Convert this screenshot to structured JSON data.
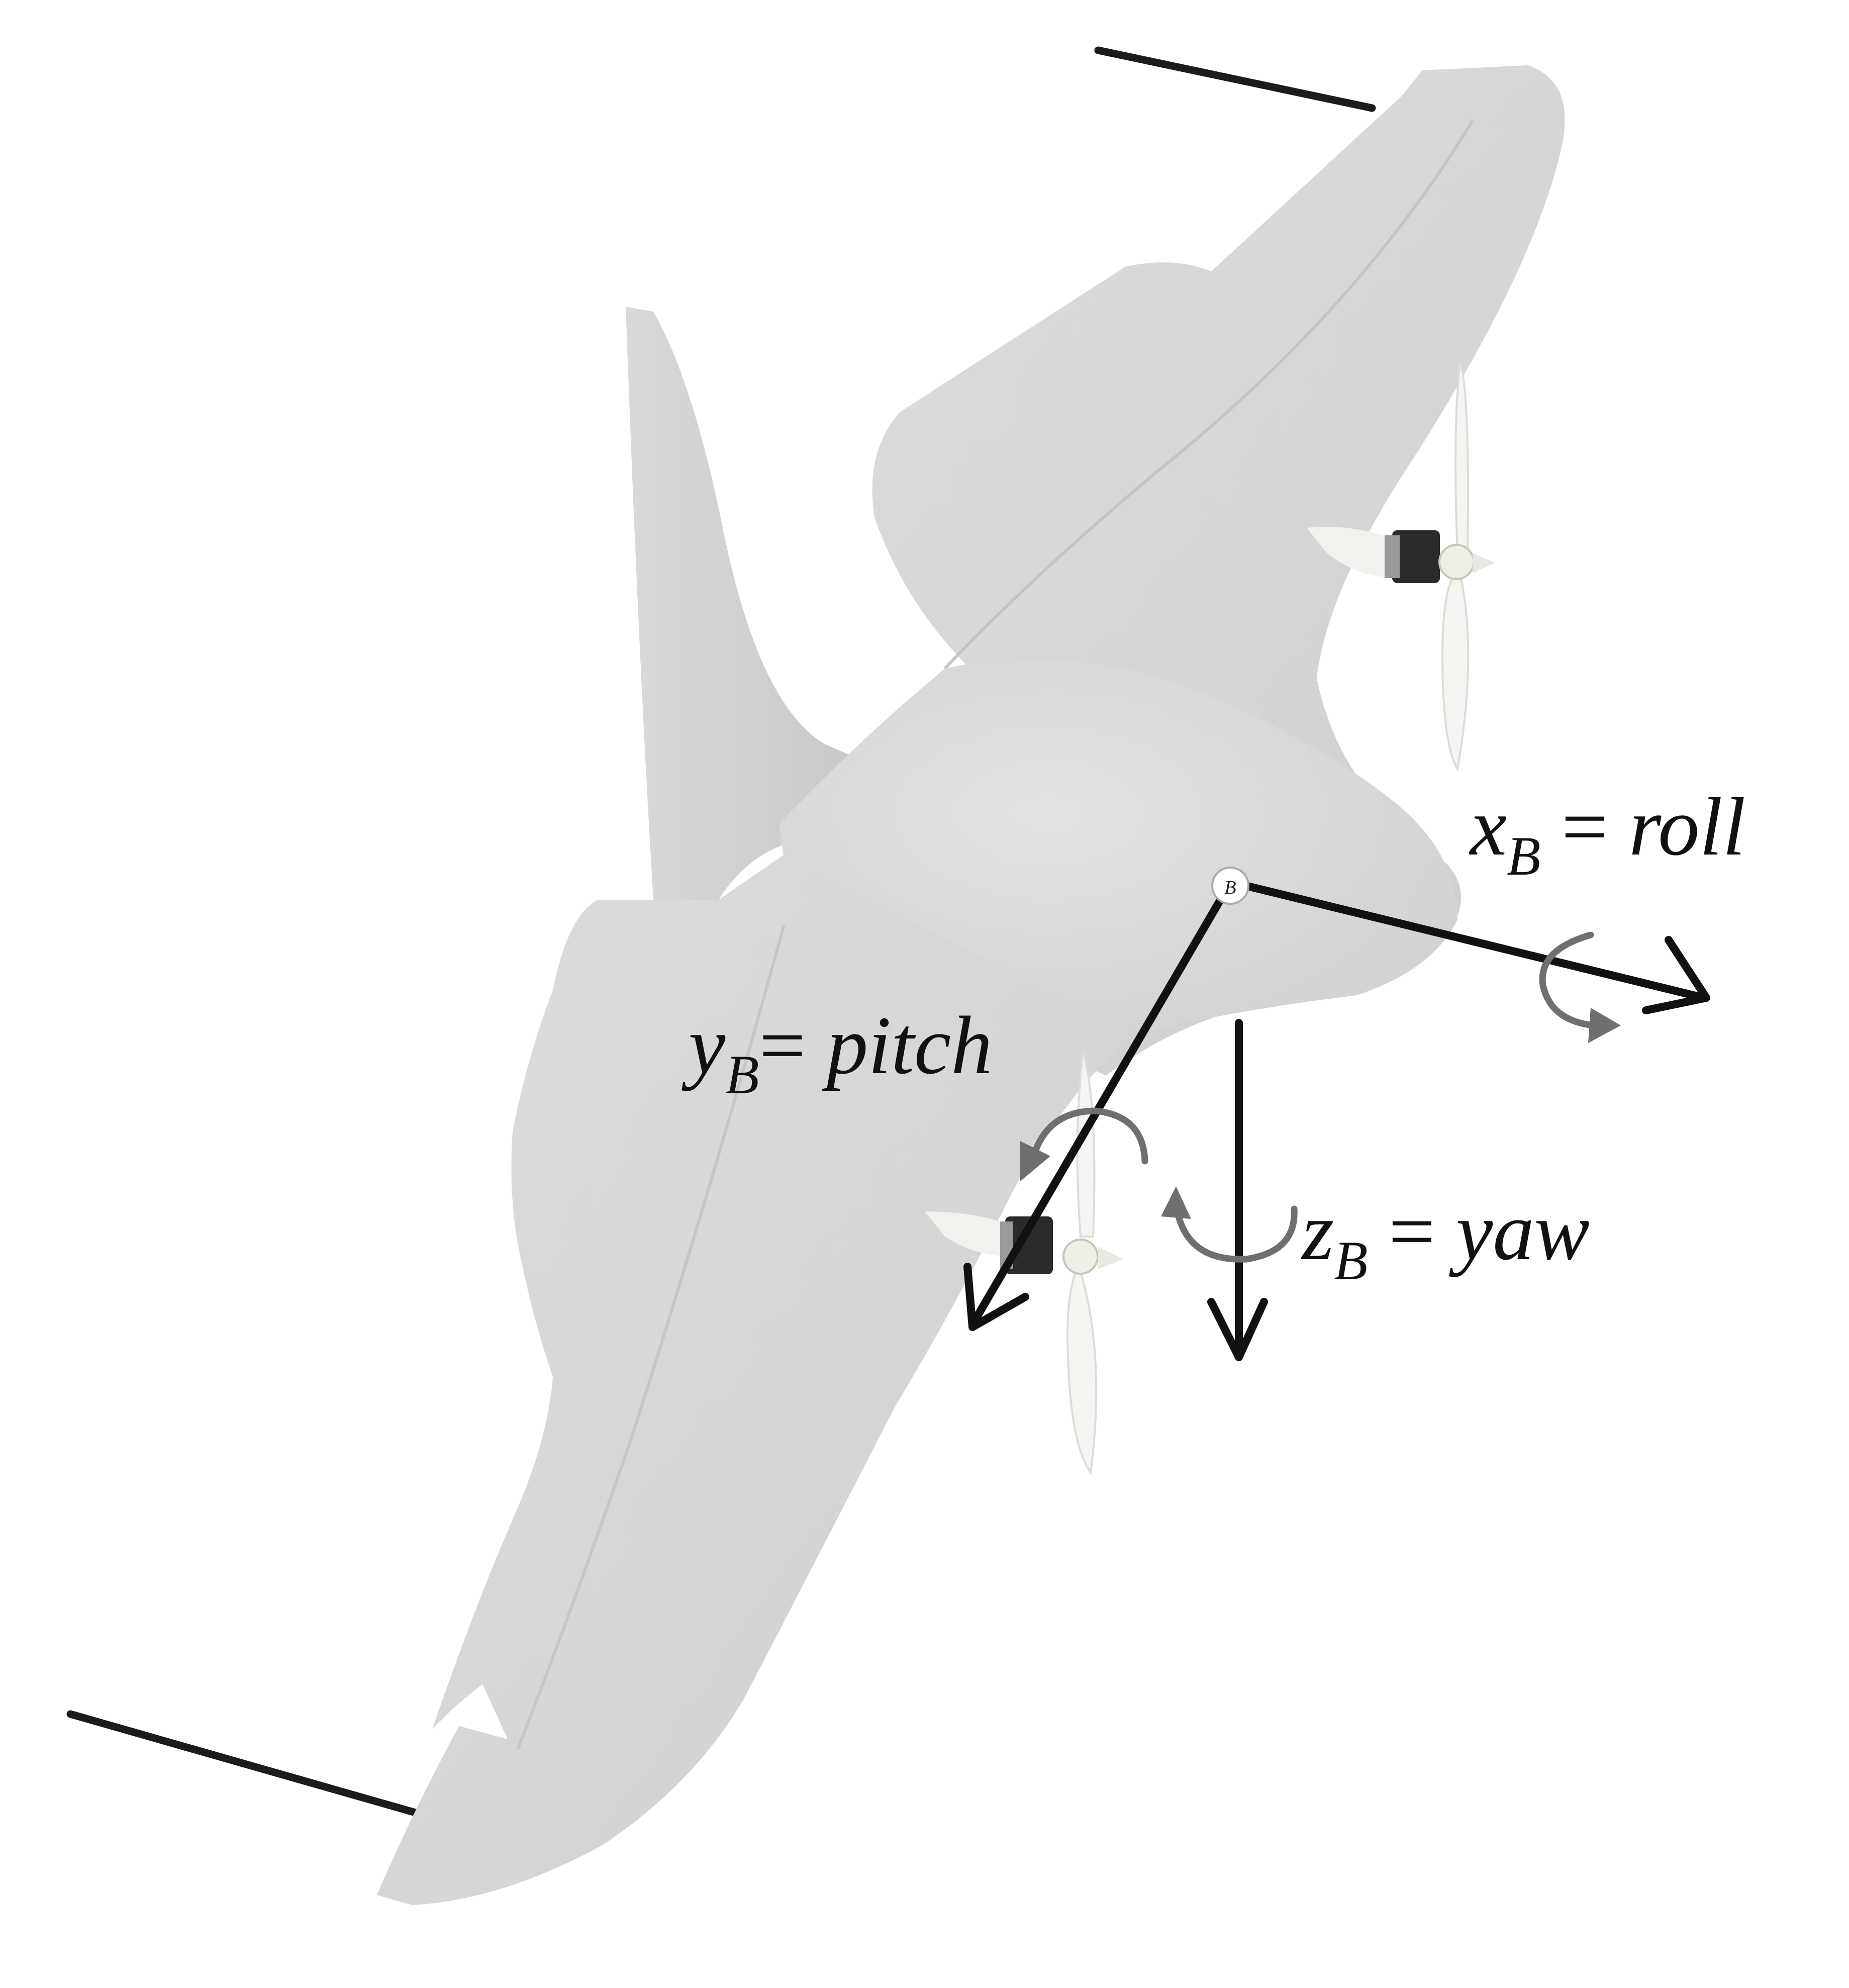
{
  "figure": {
    "origin_label": "B",
    "axes": [
      {
        "id": "x",
        "symbol": "x",
        "subscript": "B",
        "meaning": "roll"
      },
      {
        "id": "y",
        "symbol": "y",
        "subscript": "B",
        "meaning": "pitch"
      },
      {
        "id": "z",
        "symbol": "z",
        "subscript": "B",
        "meaning": "yaw"
      }
    ],
    "colors": {
      "airframe": "#d8d8d8",
      "airframe_shadow": "#bdbdbd",
      "axis": "#111111",
      "rotation_arrow": "#6f6f6f",
      "rod": "#1c1c1c",
      "motor": "#2a2a2a",
      "propeller": "#f3f3f0"
    }
  }
}
